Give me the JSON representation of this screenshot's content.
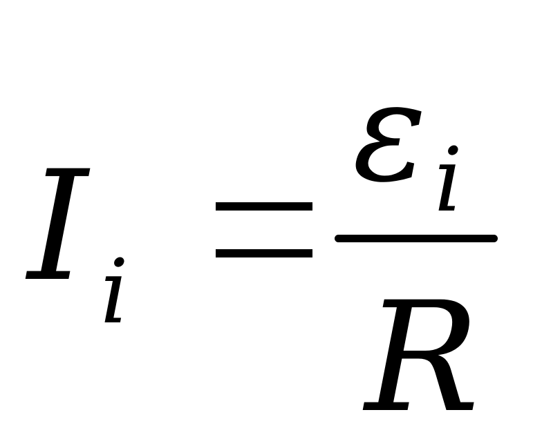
{
  "equation": {
    "lhs": {
      "symbol": "I",
      "subscript": "i"
    },
    "relation": "=",
    "rhs": {
      "numerator": {
        "symbol": "ε",
        "subscript": "i"
      },
      "denominator": {
        "symbol": "R"
      }
    }
  }
}
